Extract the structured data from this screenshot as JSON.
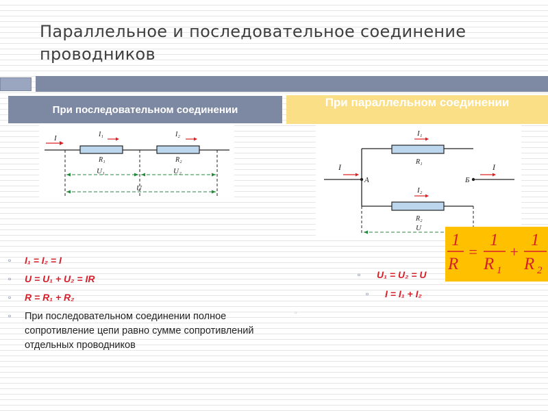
{
  "slide": {
    "title": "Параллельное и последовательное соединение проводников"
  },
  "headers": {
    "series": "При последовательном соединении",
    "parallel": "При параллельном соединении"
  },
  "series_diagram": {
    "current_label": "I",
    "i1_label": "I₁",
    "i2_label": "I₂",
    "r1_label": "R₁",
    "r2_label": "R₂",
    "u1_label": "U₁",
    "u2_label": "U₂",
    "u_label": "U"
  },
  "parallel_diagram": {
    "current_in_label": "I",
    "current_out_label": "I",
    "i1_label": "I₁",
    "i2_label": "I₂",
    "r1_label": "R₁",
    "r2_label": "R₂",
    "node_a_label": "А",
    "node_b_label": "Б",
    "u_label": "U"
  },
  "formula": {
    "lhs_num": "1",
    "lhs_den": "R",
    "eq": "=",
    "t1_num": "1",
    "t1_den": "R",
    "t1_sub": "1",
    "plus": "+",
    "t2_num": "1",
    "t2_den": "R",
    "t2_sub": "2"
  },
  "series_bullets": {
    "b1": "I₁ = I₂ = I",
    "b2": "U = U₁ + U₂ = IR",
    "b3": "R = R₁ + R₂",
    "b4": "При последовательном соединении полное сопротивление цепи равно сумме сопротивлений отдельных проводников"
  },
  "parallel_bullets": {
    "b1": "U₁ = U₂ = U",
    "b2": "I = I₁ + I₂"
  },
  "colors": {
    "header_series_bg": "#7d88a3",
    "header_parallel_bg": "#fbdf86",
    "formula_bg": "#ffc000",
    "formula_red": "#d51f2b",
    "resistor_fill": "#bcd6ee",
    "arrow_red": "#e02020",
    "dimension_green": "#1f8a3a"
  },
  "icons": {
    "bullet": "square-bullet-icon"
  }
}
